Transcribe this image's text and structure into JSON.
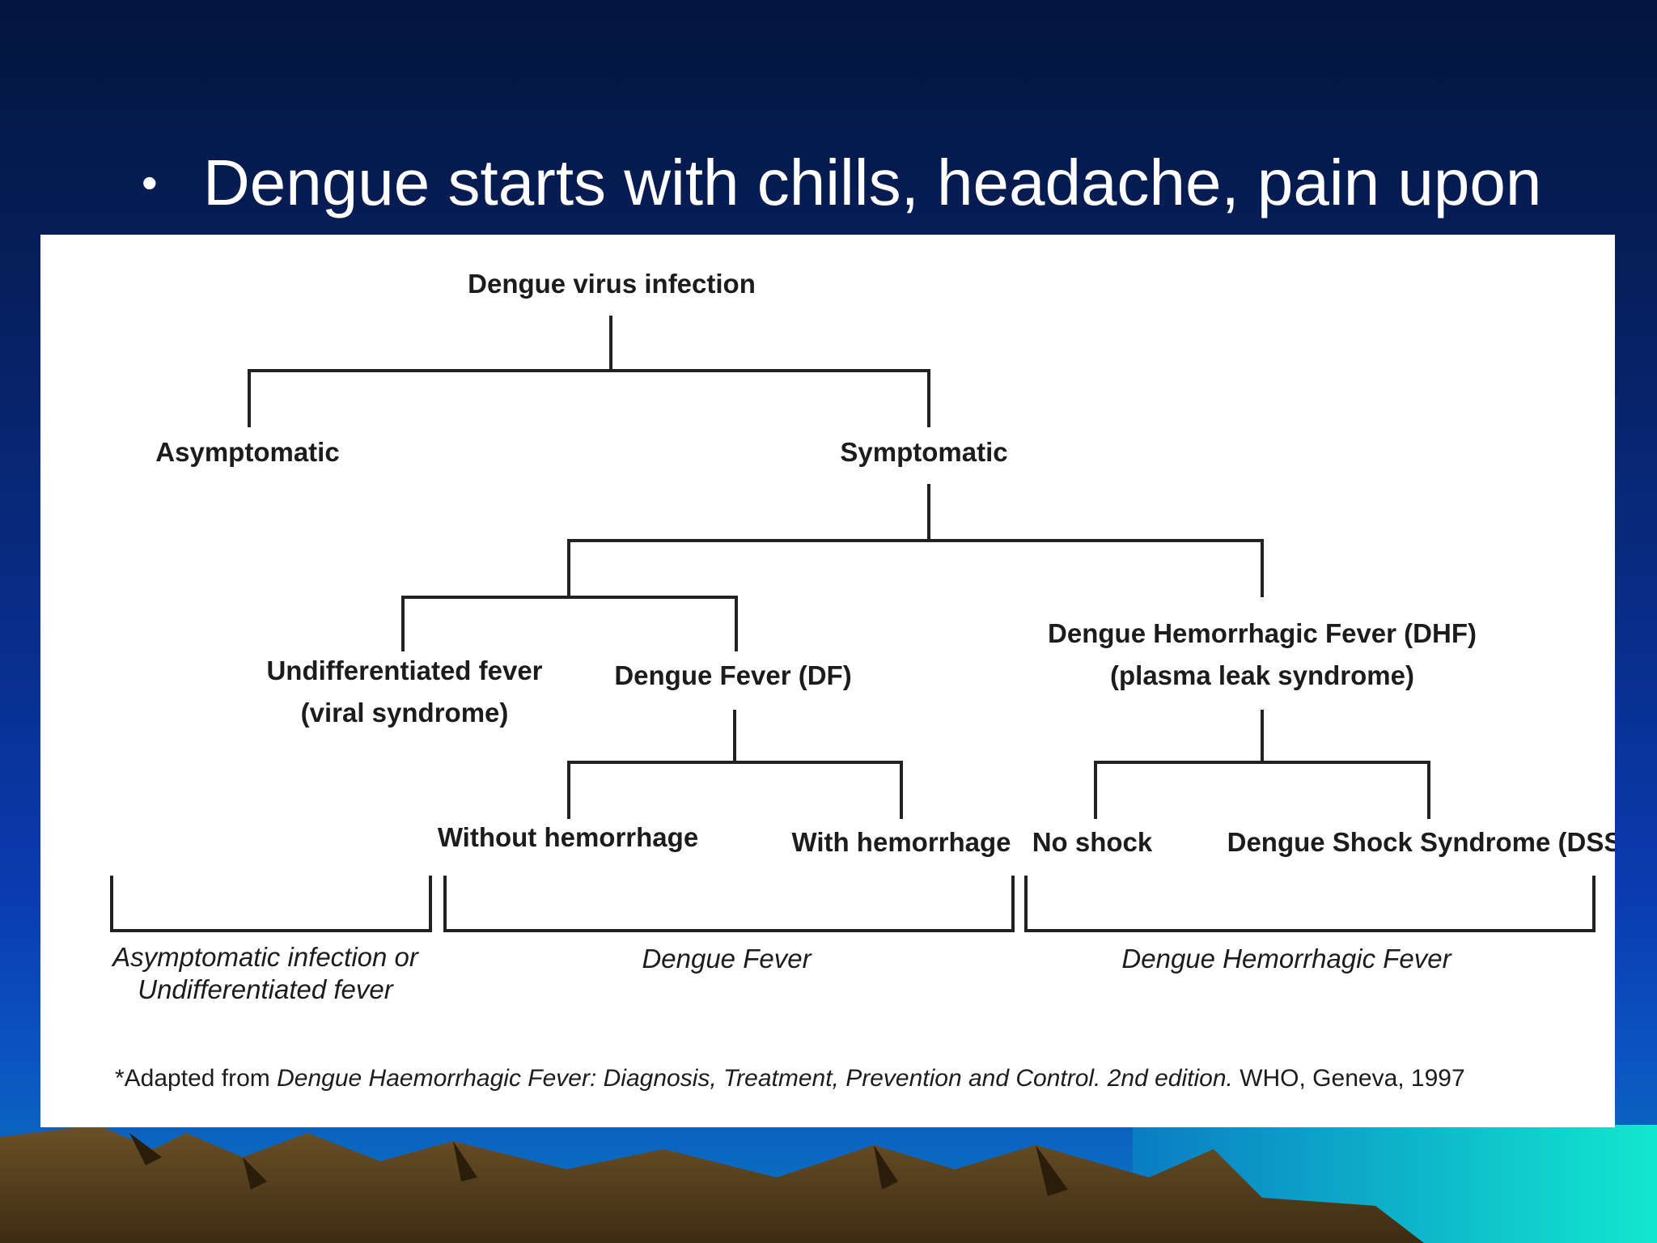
{
  "slide": {
    "bullet_text": "Dengue starts with chills, headache, pain upon",
    "bullet_symbol": "•"
  },
  "diagram": {
    "nodes": {
      "root": "Dengue virus infection",
      "asymptomatic": "Asymptomatic",
      "symptomatic": "Symptomatic",
      "undiff_line1": "Undifferentiated  fever",
      "undiff_line2": "(viral syndrome)",
      "df": "Dengue Fever (DF)",
      "dhf_line1": "Dengue Hemorrhagic Fever (DHF)",
      "dhf_line2": "(plasma leak syndrome)",
      "without_hemorrhage": "Without hemorrhage",
      "with_hemorrhage": "With hemorrhage",
      "no_shock": "No shock",
      "dss": "Dengue Shock Syndrome (DSS)"
    },
    "groups": {
      "group1_line1": "Asymptomatic infection or",
      "group1_line2": "Undifferentiated fever",
      "group2": "Dengue Fever",
      "group3": "Dengue Hemorrhagic Fever"
    },
    "footnote": {
      "prefix": "*Adapted from ",
      "title": "Dengue Haemorrhagic Fever: Diagnosis, Treatment, Prevention and Control. 2nd edition.",
      "suffix": " WHO, Geneva, 1997"
    }
  },
  "colors": {
    "background_top": "#03163f",
    "background_bottom": "#0a79c2",
    "panel": "#ffffff",
    "line": "#222222",
    "text": "#1c1c1c",
    "mountain": "#5a4320"
  }
}
